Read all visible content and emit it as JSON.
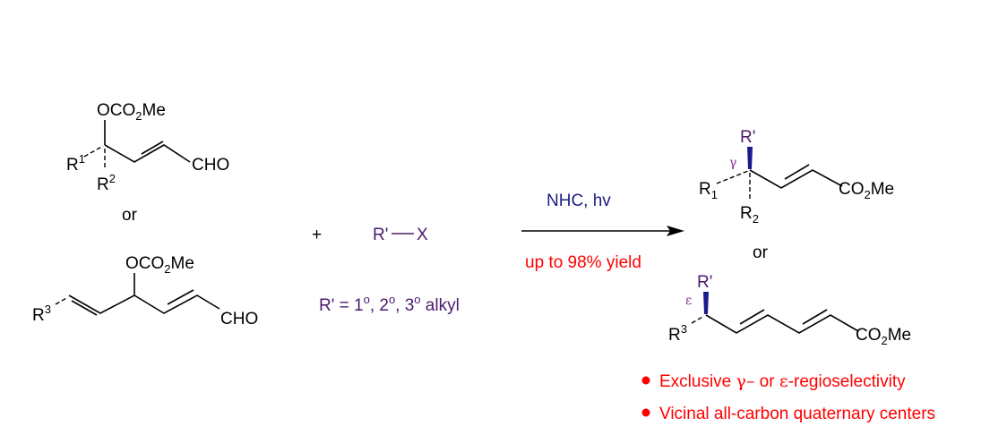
{
  "reactant1": {
    "leaving_group": {
      "main": "OCO",
      "sub": "2",
      "tail": "Me"
    },
    "r1": {
      "main": "R",
      "sup": "1"
    },
    "r2": {
      "main": "R",
      "sup": "2"
    },
    "aldehyde": "CHO"
  },
  "or_left": "or",
  "reactant2": {
    "leaving_group": {
      "main": "OCO",
      "sub": "2",
      "tail": "Me"
    },
    "r3": {
      "main": "R",
      "sup": "3"
    },
    "aldehyde": "CHO"
  },
  "plus": "+",
  "reagent": {
    "r_prime": "R'",
    "x": "X",
    "definition": {
      "prefix": "R' = 1",
      "o1": "o",
      "mid1": ", 2",
      "o2": "o",
      "mid2": ", 3",
      "o3": "o",
      "suffix": "  alkyl"
    }
  },
  "conditions": {
    "above_arrow": "NHC, hv",
    "below_arrow": "up to 98% yield"
  },
  "product1": {
    "r_prime": "R'",
    "position": "γ",
    "r1": {
      "main": "R",
      "sub": "1"
    },
    "r2": {
      "main": "R",
      "sub": "2"
    },
    "ester": {
      "main": "CO",
      "sub": "2",
      "tail": "Me"
    }
  },
  "or_right": "or",
  "product2": {
    "r_prime": "R'",
    "position": "ε",
    "r3": {
      "main": "R",
      "sup": "3"
    },
    "ester": {
      "main": "CO",
      "sub": "2",
      "tail": "Me"
    }
  },
  "highlights": [
    {
      "pre": "Exclusive ",
      "g": "γ–",
      "mid": " or ",
      "e": "ε",
      "post": "-regioselectivity"
    },
    {
      "text": "Vicinal all-carbon quaternary centers"
    }
  ],
  "colors": {
    "purple": "#4b1a6e",
    "navy": "#1c1c80",
    "red": "#ff0000",
    "wedge": "#1a1a8c"
  }
}
